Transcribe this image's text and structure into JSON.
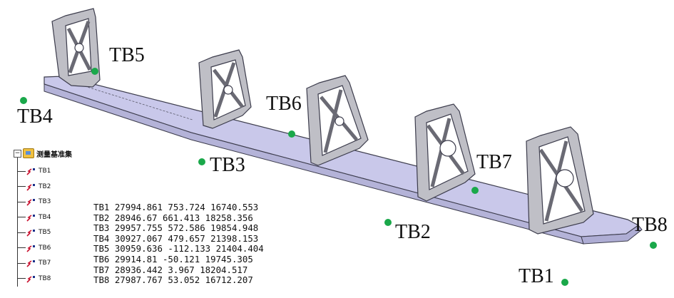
{
  "points": [
    {
      "id": "TB1",
      "label": "TB1"
    },
    {
      "id": "TB2",
      "label": "TB2"
    },
    {
      "id": "TB3",
      "label": "TB3"
    },
    {
      "id": "TB4",
      "label": "TB4"
    },
    {
      "id": "TB5",
      "label": "TB5"
    },
    {
      "id": "TB6",
      "label": "TB6"
    },
    {
      "id": "TB7",
      "label": "TB7"
    },
    {
      "id": "TB8",
      "label": "TB8"
    }
  ],
  "tree": {
    "root_label": "测量基准集",
    "items": [
      "TB1",
      "TB2",
      "TB3",
      "TB4",
      "TB5",
      "TB6",
      "TB7",
      "TB8"
    ]
  },
  "coordinates": [
    {
      "name": "TB1",
      "x": "27994.861",
      "y": "753.724",
      "z": "16740.553"
    },
    {
      "name": "TB2",
      "x": "28946.67",
      "y": "661.413",
      "z": "18258.356"
    },
    {
      "name": "TB3",
      "x": "29957.755",
      "y": "572.586",
      "z": "19854.948"
    },
    {
      "name": "TB4",
      "x": "30927.067",
      "y": "479.657",
      "z": "21398.153"
    },
    {
      "name": "TB5",
      "x": "30959.636",
      "y": "-112.133",
      "z": "21404.404"
    },
    {
      "name": "TB6",
      "x": "29914.81",
      "y": "-50.121",
      "z": "19745.305"
    },
    {
      "name": "TB7",
      "x": "28936.442",
      "y": "3.967",
      "z": "18204.517"
    },
    {
      "name": "TB8",
      "x": "27987.767",
      "y": "53.052",
      "z": "16712.207"
    }
  ],
  "colors": {
    "point": "#1aa84a",
    "beam": "#c9c8ea",
    "beam_edge": "#3c3c4c",
    "bracket": "#6a6a74"
  }
}
